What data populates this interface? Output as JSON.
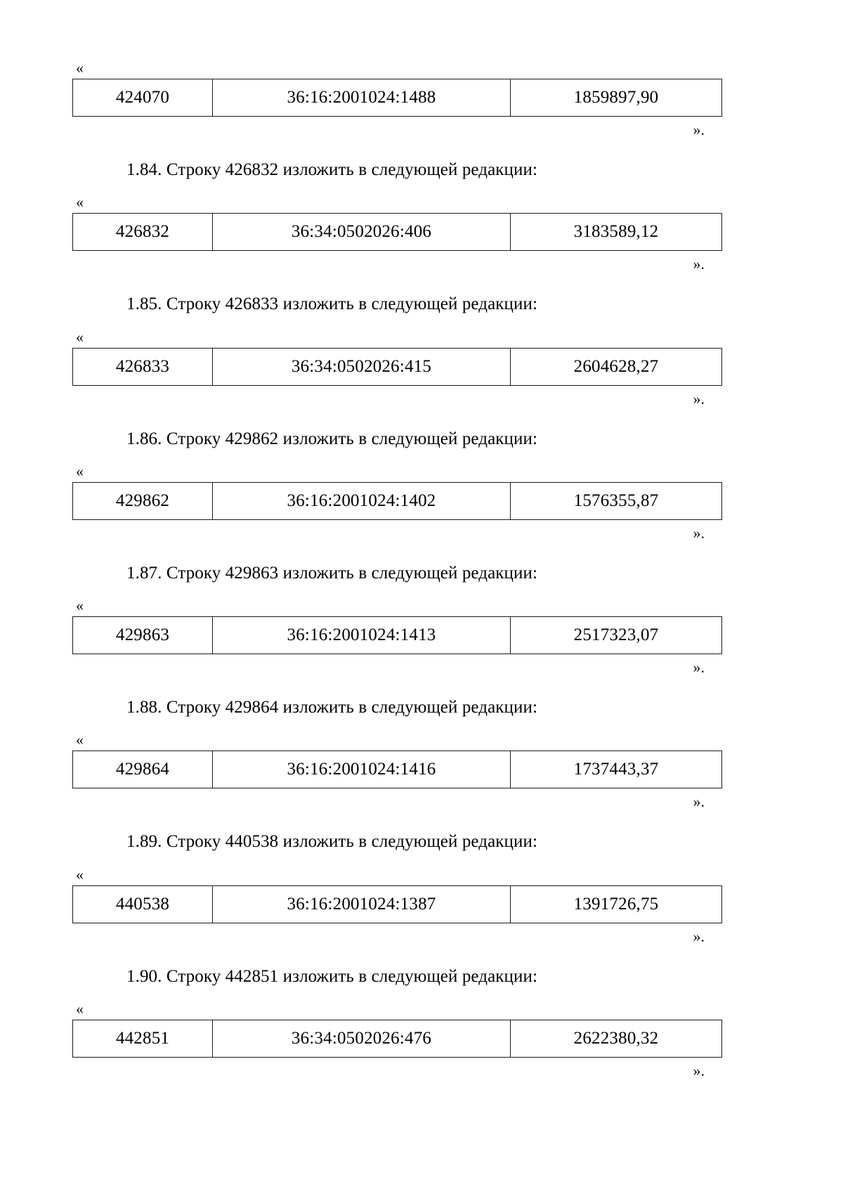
{
  "document": {
    "quote_open": "«",
    "quote_close": "».",
    "columns": [
      "row_number",
      "cadastral_number",
      "amount"
    ]
  },
  "sections": [
    {
      "heading": null,
      "table": {
        "row_number": "424070",
        "cadastral_number": "36:16:2001024:1488",
        "amount": "1859897,90"
      }
    },
    {
      "heading": "1.84. Строку 426832 изложить в следующей редакции:",
      "table": {
        "row_number": "426832",
        "cadastral_number": "36:34:0502026:406",
        "amount": "3183589,12"
      }
    },
    {
      "heading": "1.85. Строку 426833 изложить в следующей редакции:",
      "table": {
        "row_number": "426833",
        "cadastral_number": "36:34:0502026:415",
        "amount": "2604628,27"
      }
    },
    {
      "heading": "1.86. Строку 429862 изложить в следующей редакции:",
      "table": {
        "row_number": "429862",
        "cadastral_number": "36:16:2001024:1402",
        "amount": "1576355,87"
      }
    },
    {
      "heading": "1.87. Строку 429863 изложить в следующей редакции:",
      "table": {
        "row_number": "429863",
        "cadastral_number": "36:16:2001024:1413",
        "amount": "2517323,07"
      }
    },
    {
      "heading": "1.88. Строку 429864 изложить в следующей редакции:",
      "table": {
        "row_number": "429864",
        "cadastral_number": "36:16:2001024:1416",
        "amount": "1737443,37"
      }
    },
    {
      "heading": "1.89. Строку 440538 изложить в следующей редакции:",
      "table": {
        "row_number": "440538",
        "cadastral_number": "36:16:2001024:1387",
        "amount": "1391726,75"
      }
    },
    {
      "heading": "1.90. Строку 442851 изложить в следующей редакции:",
      "table": {
        "row_number": "442851",
        "cadastral_number": "36:34:0502026:476",
        "amount": "2622380,32"
      }
    }
  ]
}
